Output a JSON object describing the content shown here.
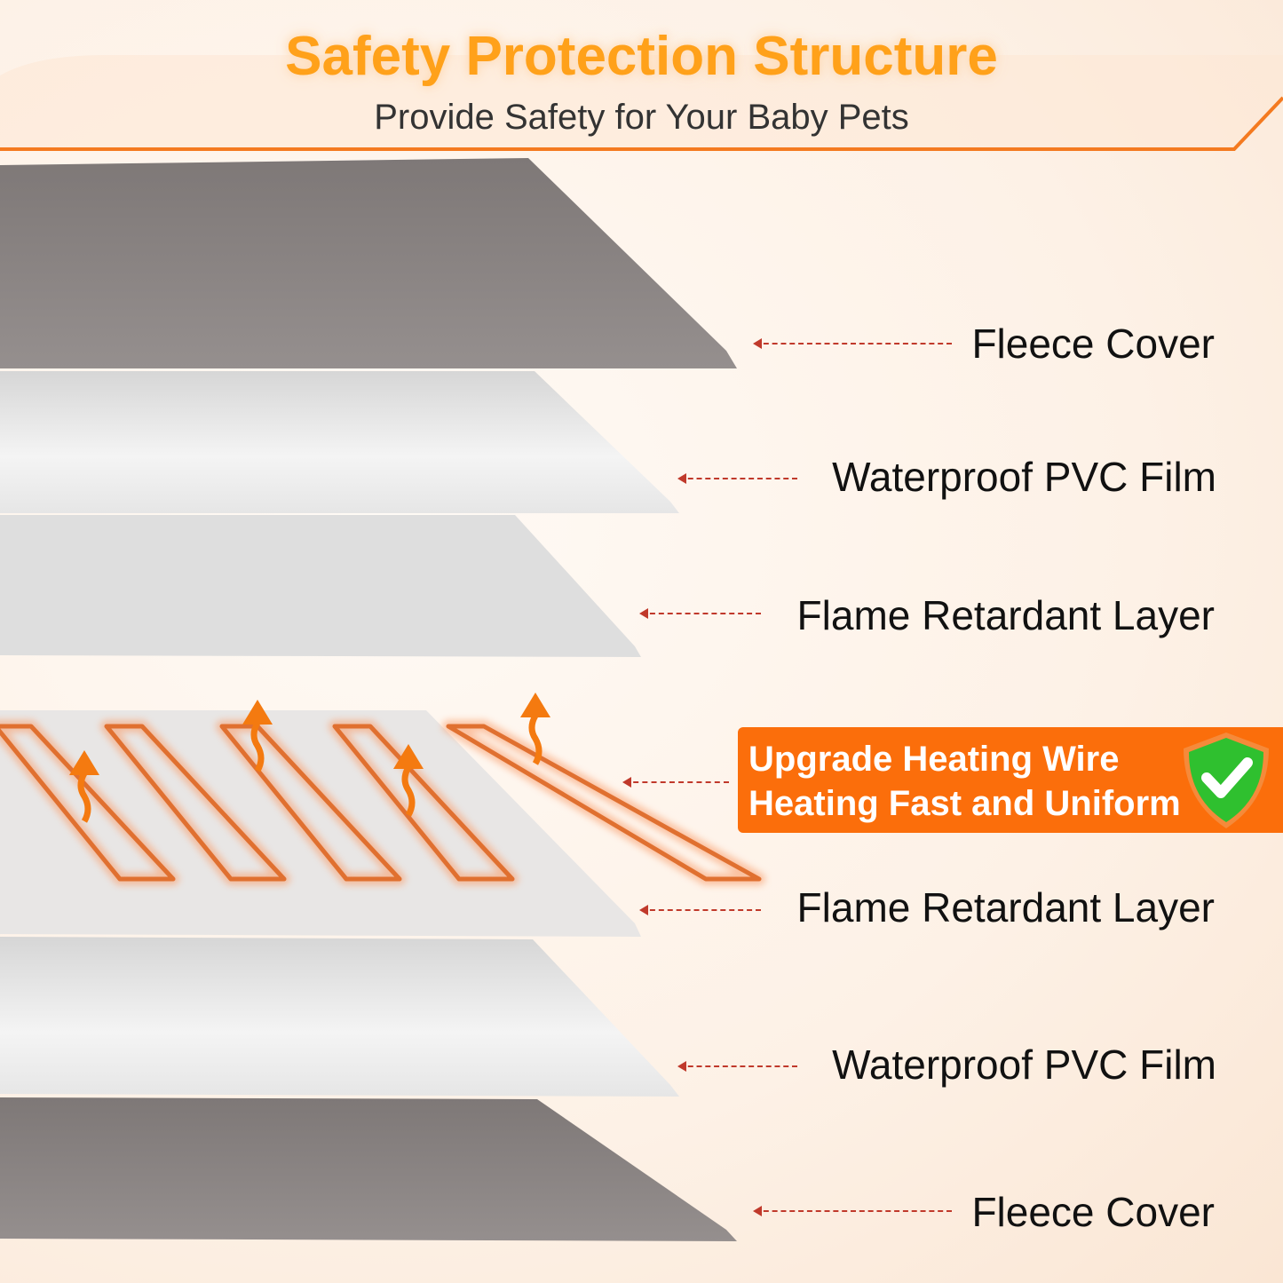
{
  "header": {
    "title": "Safety Protection Structure",
    "subtitle": "Provide Safety for Your Baby Pets"
  },
  "layers": [
    {
      "label": "Fleece Cover"
    },
    {
      "label": "Waterproof PVC Film"
    },
    {
      "label": "Flame Retardant Layer"
    },
    {
      "label": "Flame Retardant Layer"
    },
    {
      "label": "Waterproof PVC Film"
    },
    {
      "label": "Fleece Cover"
    }
  ],
  "callout": {
    "line1": "Upgrade Heating Wire",
    "line2": "Heating Fast and Uniform",
    "icon": "shield-check-icon"
  },
  "colors": {
    "accent": "#fb6e0b",
    "title": "#ffa11a",
    "shield": "#2fc02f",
    "fleece": "#8a8483",
    "wire": "#e07030"
  }
}
